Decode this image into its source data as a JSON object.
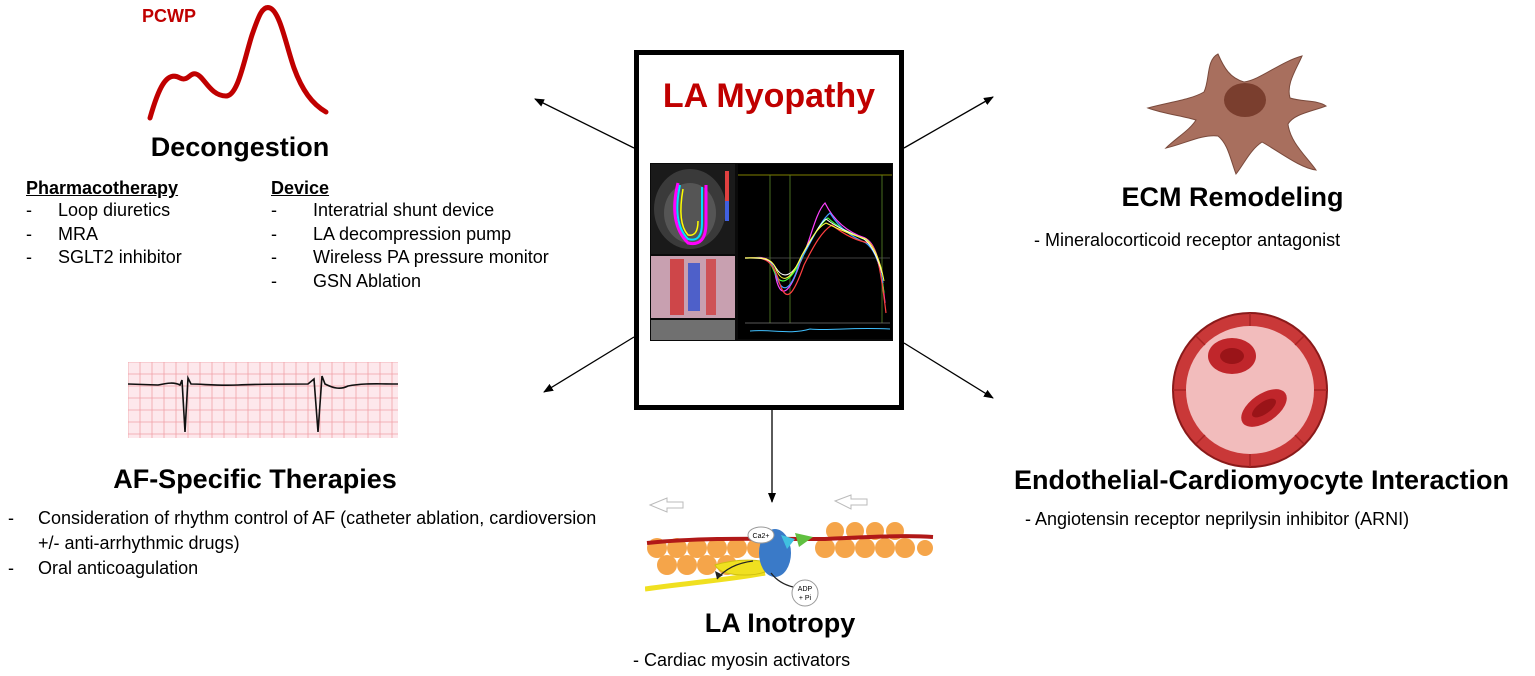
{
  "colors": {
    "accent_red": "#c00000",
    "cell_brown": "#a86f5e",
    "nucleus_brown": "#7a3e2e",
    "rbc_red": "#c0262b",
    "ecg_grid": "#f0a0a8"
  },
  "center": {
    "title": "LA Myopathy"
  },
  "decongestion": {
    "waveform_label": "PCWP",
    "title": "Decongestion",
    "pharmacotherapy": {
      "header": "Pharmacotherapy",
      "items": [
        "Loop diuretics",
        "MRA",
        "SGLT2 inhibitor"
      ]
    },
    "device": {
      "header": "Device",
      "items": [
        "Interatrial shunt device",
        "LA decompression pump",
        "Wireless PA pressure monitor",
        "GSN Ablation"
      ]
    }
  },
  "ecm": {
    "title": "ECM Remodeling",
    "item": "- Mineralocorticoid receptor antagonist"
  },
  "af": {
    "title": "AF-Specific Therapies",
    "items": [
      "Consideration of rhythm control of AF (catheter ablation, cardioversion +/- anti-arrhythmic drugs)",
      "Oral anticoagulation"
    ]
  },
  "endothelial": {
    "title": "Endothelial-Cardiomyocyte Interaction",
    "item": "- Angiotensin receptor neprilysin inhibitor (ARNI)"
  },
  "inotropy": {
    "title": "LA Inotropy",
    "item": "- Cardiac myosin activators",
    "labels": {
      "calcium": "Ca2+",
      "adp": "ADP",
      "pi": "+ Pi"
    }
  }
}
